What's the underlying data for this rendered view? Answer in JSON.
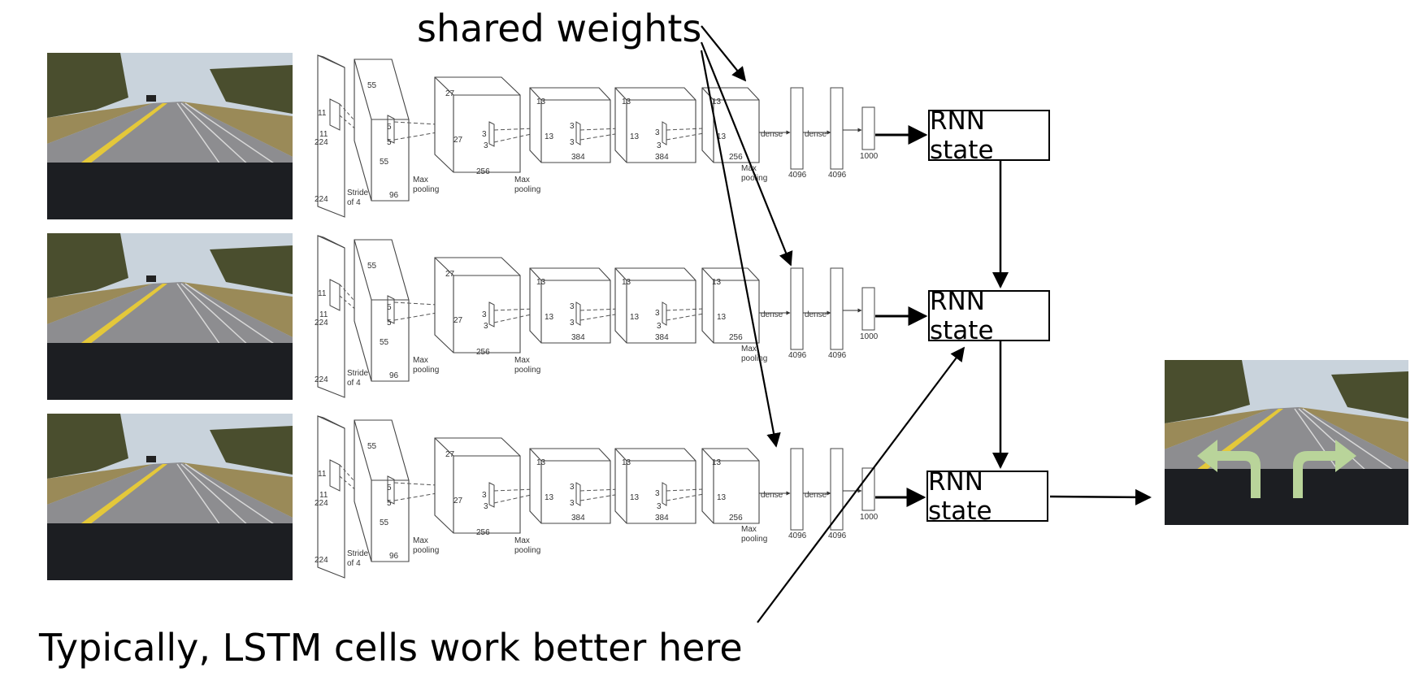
{
  "labels": {
    "shared_weights": "shared weights",
    "lstm_note": "Typically, LSTM cells work better here"
  },
  "rnn": {
    "state_label": "RNN state"
  },
  "cnn": {
    "input_size": "224",
    "kernel11": "11",
    "conv1_size": "55",
    "kernel5": "5",
    "conv1_depth": "96",
    "stride_line1": "Stride",
    "stride_line2": "of 4",
    "maxpool_line1": "Max",
    "maxpool_line2": "pooling",
    "conv2_size": "27",
    "conv2_depth": "256",
    "kernel3": "3",
    "conv3_size": "13",
    "conv3_depth": "384",
    "conv4_depth": "384",
    "conv5_depth": "256",
    "dense": "dense",
    "fc_units": "4096",
    "output_units": "1000"
  },
  "colors": {
    "sky": "#c9d3dc",
    "road": "#8d8d90",
    "grass": "#9a8a58",
    "trees": "#4a4e2e",
    "dash": "#1c1e22",
    "lane_yellow": "#e4c83a",
    "arrow_green": "#b9d49a"
  },
  "icons": {
    "frame": "road-camera-frame",
    "prediction": "split-arrow-icon"
  }
}
